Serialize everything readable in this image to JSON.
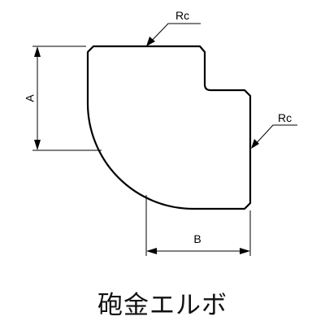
{
  "diagram": {
    "labels": {
      "top_thread": "Rc",
      "side_thread": "Rc",
      "dim_a": "A",
      "dim_b": "B"
    },
    "caption": "砲金エルボ"
  }
}
